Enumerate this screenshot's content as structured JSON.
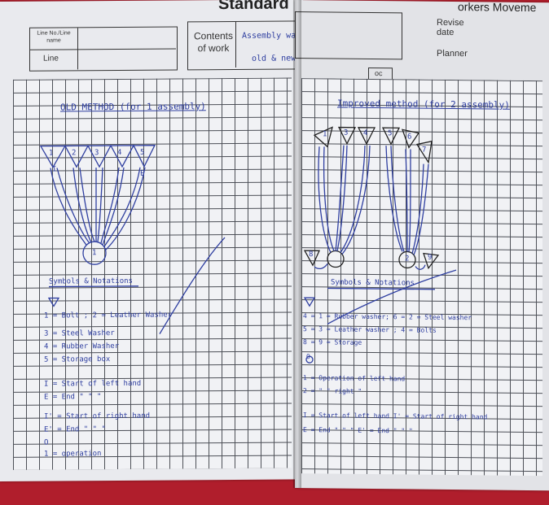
{
  "header": {
    "title_fragment": "Standard",
    "right_title_fragment": "orkers Moveme",
    "line_no_label": "Line No./Line name",
    "line_label": "Line",
    "contents_label": "Contents of work",
    "contents_value_line1": "Assembly washers in",
    "contents_value_line2": "old & new",
    "revise_label": "Revise date",
    "planner_label": "Planner",
    "oc_label": "oc"
  },
  "left": {
    "heading": "OLD  METHOD (for 1 assembly)",
    "stations": [
      "1",
      "2",
      "3",
      "4",
      "5"
    ],
    "start_mark": "I",
    "end_mark": "E",
    "center_station": "1",
    "symbols_heading": "Symbols & Notations",
    "legend": [
      "1 = Bolt ;  2 = Leather Washer",
      "3 = Steel Washer",
      "4 = Rubber Washer",
      "5 = Storage box",
      "I = Start of left hand",
      "E = End   \"   \"   \"",
      "I' = Start of right hand",
      "E' = End  \"   \"   \"",
      "O",
      "1 = operation"
    ]
  },
  "right": {
    "heading": "Improved method (for 2 assembly)",
    "stations": [
      "1",
      "3",
      "4",
      "5",
      "6",
      "7"
    ],
    "stations_extra": [
      "2",
      "8",
      "9"
    ],
    "symbols_heading": "Symbols & Notations",
    "legend": [
      "4 = 1 = Rubber washer;  6 = 2 = Steel washer",
      "5 = 3 = Leather washer ;    4 = Bolts",
      "8 = 9 = Storage",
      "O",
      "1 = Operation of left hand",
      "2 =    \"     \"  right  \"",
      "I = Start of left hand      I' = Start of right hand",
      "E = End  \"  \"   \"          E' = End  \"   \"   \""
    ]
  },
  "colors": {
    "ink": "#2f3fa0",
    "grid": "#4a4d55",
    "cover": "#b01e2c"
  }
}
